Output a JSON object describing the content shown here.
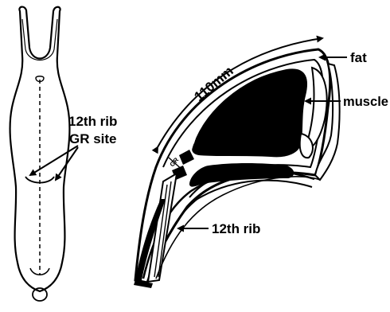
{
  "labels": {
    "rib_gr_line1": "12th rib",
    "rib_gr_line2": "GR site",
    "measurement": "110mm",
    "fat": "fat",
    "muscle": "muscle",
    "rib_bottom": "12th rib",
    "gr_small": "GR"
  },
  "colors": {
    "ink": "#000000",
    "paper": "#ffffff"
  }
}
